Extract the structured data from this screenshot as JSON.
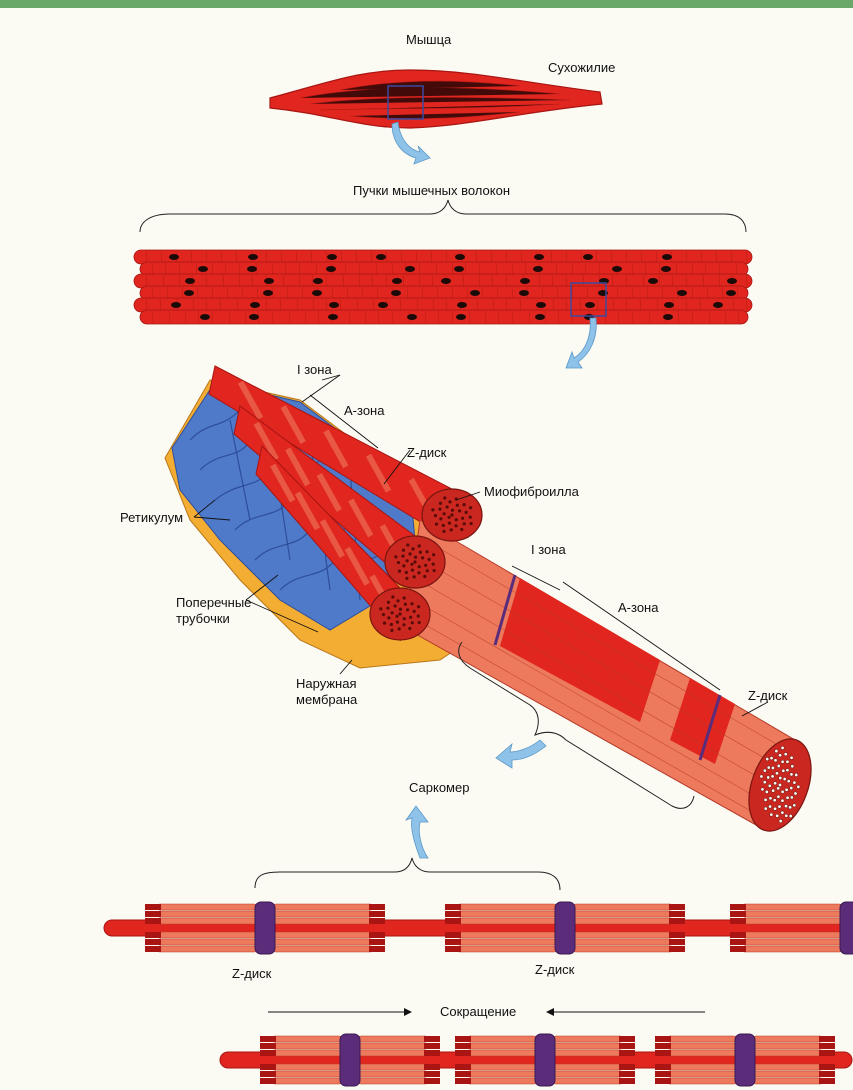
{
  "labels": {
    "muscle": "Мышца",
    "tendon": "Сухожилие",
    "fiber_bundles": "Пучки мышечных волокон",
    "i_zone_top": "I зона",
    "a_zone_top": "A-зона",
    "z_disc_top": "Z-диск",
    "myofibril": "Миофиброилла",
    "reticulum": "Ретикулум",
    "i_zone_right": "I зона",
    "a_zone_right": "A-зона",
    "transverse_tubules_1": "Поперечные",
    "transverse_tubules_2": "трубочки",
    "outer_membrane_1": "Наружная",
    "outer_membrane_2": "мембрана",
    "z_disc_right": "Z-диск",
    "sarcomere": "Саркомер",
    "z_disc_bottom_left": "Z-диск",
    "z_disc_bottom_right": "Z-диск",
    "contraction": "Сокращение"
  },
  "colors": {
    "muscle_red": "#e0261f",
    "muscle_dark": "#a81512",
    "fiber_pink": "#ee7a5e",
    "reticulum_blue": "#4f79c9",
    "membrane_orange": "#f3ad32",
    "z_disc_purple": "#5b2c7a",
    "arrow_blue": "#8fc2e8",
    "nucleus": "#1a0a08"
  }
}
